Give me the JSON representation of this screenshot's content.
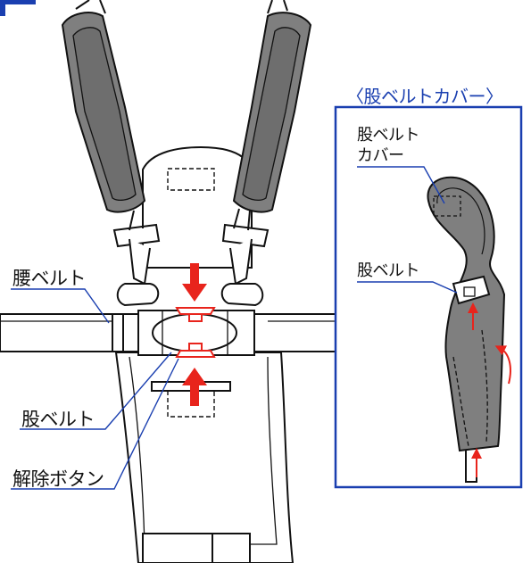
{
  "labels": {
    "waist_belt": "腰ベルト",
    "crotch_belt": "股ベルト",
    "release_button": "解除ボタン"
  },
  "inset": {
    "title": "〈股ベルトカバー〉",
    "cover_label_line1": "股ベルト",
    "cover_label_line2": "カバー",
    "crotch_belt_label": "股ベルト"
  },
  "colors": {
    "accent_blue": "#1a3fb0",
    "arrow_red": "#e8241c",
    "pad_gray": "#7f7f7f",
    "outline": "#111111"
  }
}
